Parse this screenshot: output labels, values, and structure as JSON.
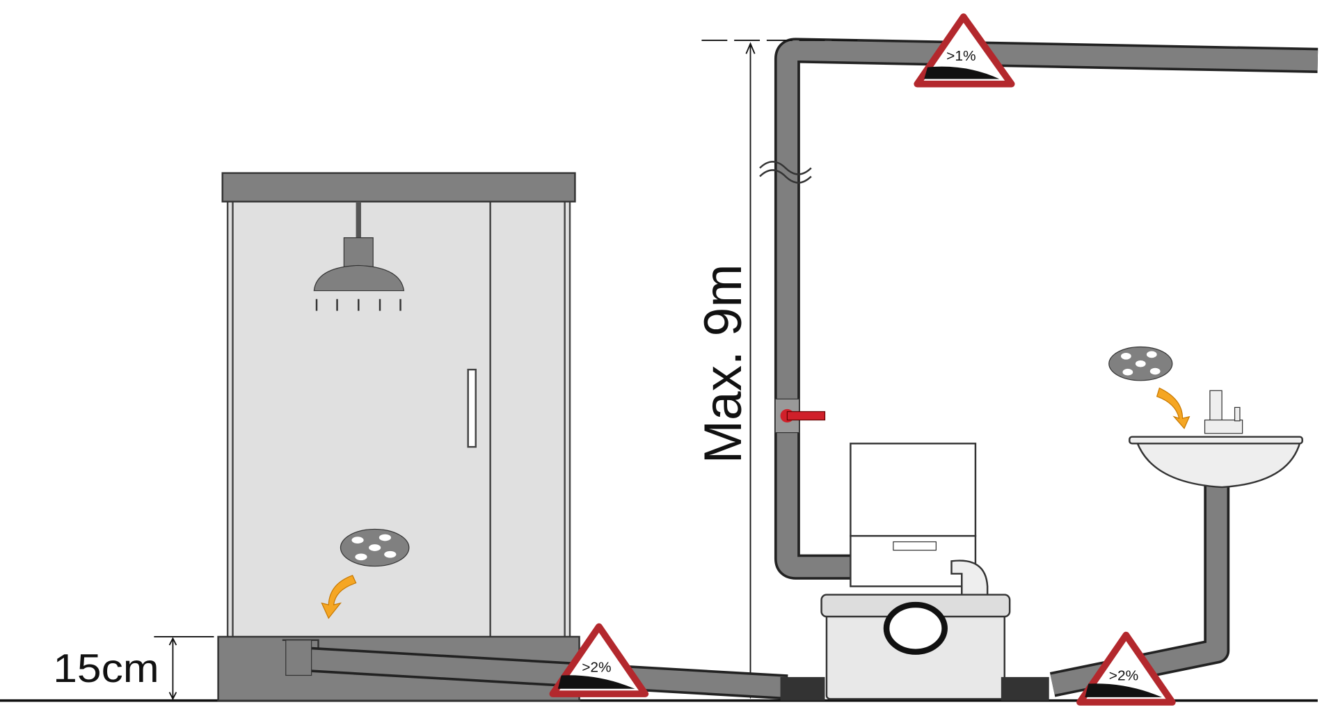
{
  "diagram": {
    "height_label": "Max. 9m",
    "base_height_label": "15cm",
    "slope_top": ">1%",
    "slope_shower": ">2%",
    "slope_basin": ">2%",
    "colors": {
      "pipe": "#7f7f7f",
      "warning_red": "#b3282d",
      "arrow_orange": "#f5a623",
      "valve_red": "#d0202a",
      "shower_glass": "#e0e0e0"
    }
  }
}
